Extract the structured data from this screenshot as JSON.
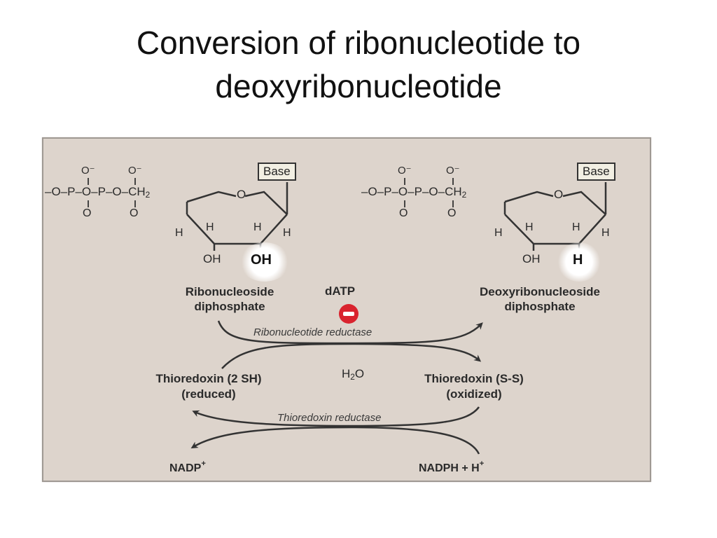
{
  "slide": {
    "title_line1": "Conversion of ribonucleotide to",
    "title_line2": "deoxyribonucleotide"
  },
  "diagram": {
    "left_molecule": {
      "base": "Base",
      "phosphate_group": "–O–P–O–P–O–CH",
      "ch2_subscript": "2",
      "ring_oxygen": "O",
      "o_minus": "O⁻",
      "o_double": "O",
      "h_atom": "H",
      "oh_3prime": "OH",
      "oh_2prime": "OH",
      "name_line1": "Ribonucleoside",
      "name_line2": "diphosphate"
    },
    "right_molecule": {
      "base": "Base",
      "phosphate_group": "–O–P–O–P–O–CH",
      "ch2_subscript": "2",
      "ring_oxygen": "O",
      "o_minus": "O⁻",
      "o_double": "O",
      "h_atom": "H",
      "oh_3prime": "OH",
      "h_2prime": "H",
      "name_line1": "Deoxyribonucleoside",
      "name_line2": "diphosphate"
    },
    "inhibitor": {
      "label": "dATP",
      "symbol_color": "#d9232e"
    },
    "enzyme1": "Ribonucleotide reductase",
    "water": "H",
    "water_sub": "2",
    "water_o": "O",
    "thioredoxin_reduced": {
      "line1": "Thioredoxin (2 SH)",
      "line2": "(reduced)"
    },
    "thioredoxin_oxidized": {
      "line1": "Thioredoxin (S-S)",
      "line2": "(oxidized)"
    },
    "enzyme2": "Thioredoxin reductase",
    "nadp": "NADP",
    "nadp_sup": "+",
    "nadph": "NADPH + H",
    "nadph_sup": "+"
  }
}
